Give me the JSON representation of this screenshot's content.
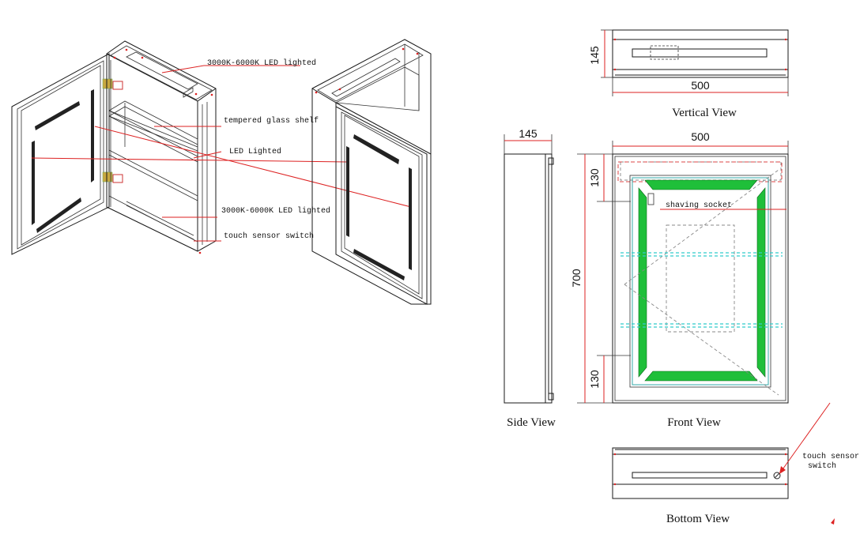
{
  "iso_labels": {
    "led_top": "3000K-6000K LED lighted",
    "glass_shelf": "tempered glass shelf",
    "led_lighted": "LED Lighted",
    "led_bottom": "3000K-6000K LED lighted",
    "touch_switch": "touch sensor switch"
  },
  "views": {
    "vertical": "Vertical View",
    "side": "Side View",
    "front": "Front View",
    "bottom": "Bottom View"
  },
  "dimensions": {
    "vertical_depth": "145",
    "vertical_width": "500",
    "side_depth": "145",
    "front_width": "500",
    "front_height": "700",
    "front_top_margin": "130",
    "front_bottom_margin": "130"
  },
  "front_labels": {
    "shaving_socket": "shaving  socket"
  },
  "bottom_labels": {
    "touch_line1": "touch sensor",
    "touch_line2": "switch"
  },
  "colors": {
    "line": "#1a1a1a",
    "leader": "#dd2222",
    "led_strip": "#1fbf3a",
    "shelf_dash": "#33cccc"
  }
}
